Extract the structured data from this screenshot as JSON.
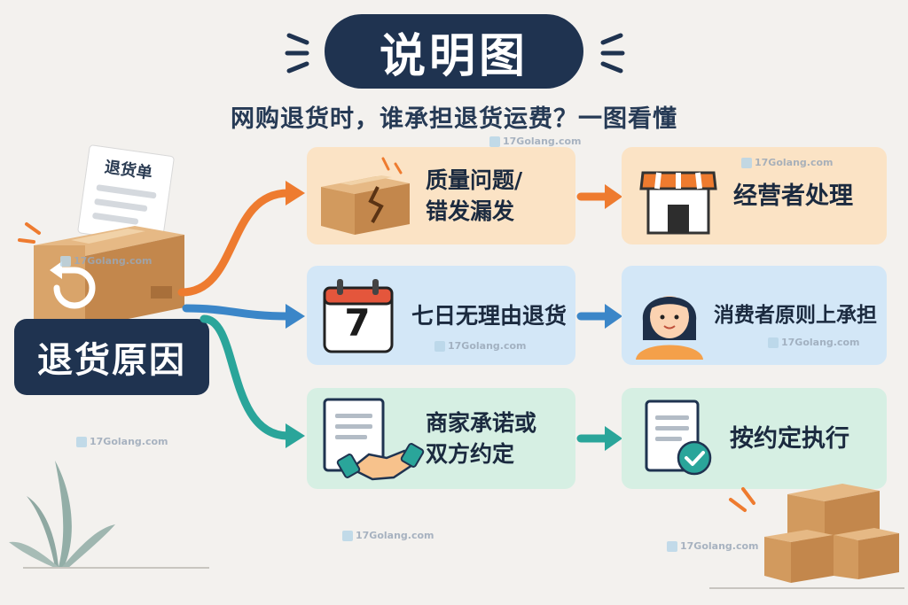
{
  "title": "说明图",
  "subtitle": "网购退货时，谁承担退货运费？一图看懂",
  "source_box": {
    "paper_label": "退货单",
    "label": "退货原因"
  },
  "rows": [
    {
      "cause_line1": "质量问题/",
      "cause_line2": "错发漏发",
      "result": "经营者处理",
      "accent": "#ee7b2f"
    },
    {
      "cause": "七日无理由退货",
      "calendar_number": "7",
      "result": "消费者原则上承担",
      "accent": "#3b86c8"
    },
    {
      "cause_line1": "商家承诺或",
      "cause_line2": "双方约定",
      "result": "按约定执行",
      "accent": "#2aa59a"
    }
  ],
  "watermark": "17Golang.com",
  "colors": {
    "navy": "#1f3350",
    "orange": "#ee7b2f",
    "blue": "#3b86c8",
    "teal": "#2aa59a",
    "box": "#d7a46d"
  }
}
